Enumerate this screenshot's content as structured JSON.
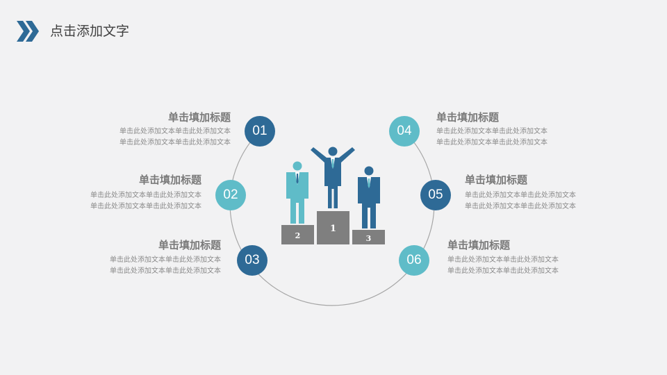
{
  "page": {
    "title": "点击添加文字"
  },
  "colors": {
    "dark_blue": "#2e6a96",
    "teal": "#5fbcc8",
    "gray_block": "#7f7f7f",
    "ring": "#a6a6a6",
    "title_text": "#404040"
  },
  "items": [
    {
      "number": "01",
      "title": "单击填加标题",
      "line1": "单击此处添加文本单击此处添加文本",
      "line2": "单击此处添加文本单击此处添加文本"
    },
    {
      "number": "02",
      "title": "单击填加标题",
      "line1": "单击此处添加文本单击此处添加文本",
      "line2": "单击此处添加文本单击此处添加文本"
    },
    {
      "number": "03",
      "title": "单击填加标题",
      "line1": "单击此处添加文本单击此处添加文本",
      "line2": "单击此处添加文本单击此处添加文本"
    },
    {
      "number": "04",
      "title": "单击填加标题",
      "line1": "单击此处添加文本单击此处添加文本",
      "line2": "单击此处添加文本单击此处添加文本"
    },
    {
      "number": "05",
      "title": "单击填加标题",
      "line1": "单击此处添加文本单击此处添加文本",
      "line2": "单击此处添加文本单击此处添加文本"
    },
    {
      "number": "06",
      "title": "单击填加标题",
      "line1": "单击此处添加文本单击此处添加文本",
      "line2": "单击此处添加文本单击此处添加文本"
    }
  ],
  "podium": {
    "first": "1",
    "second": "2",
    "third": "3"
  }
}
